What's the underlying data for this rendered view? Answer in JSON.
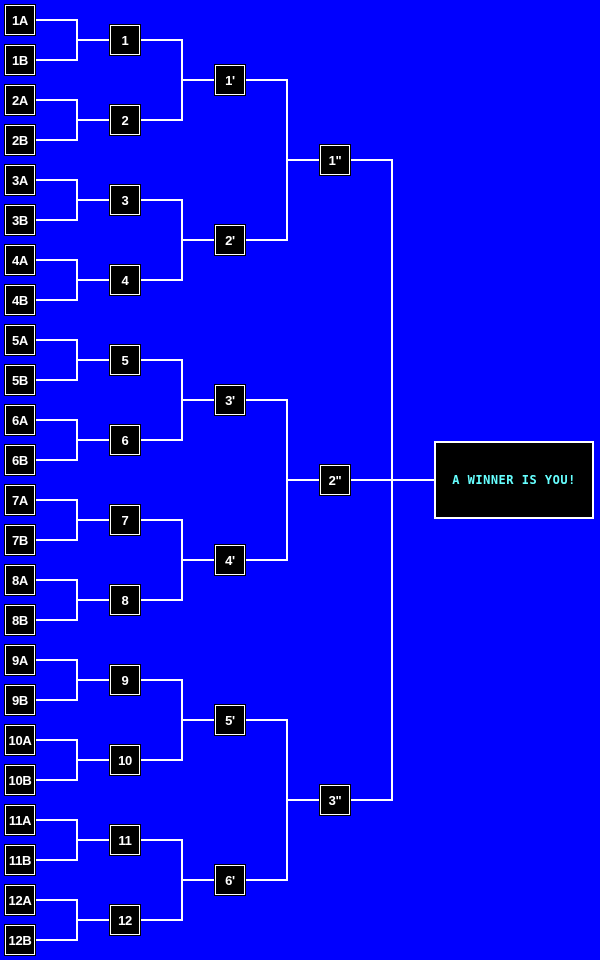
{
  "bracket": {
    "entrants": [
      "1A",
      "1B",
      "2A",
      "2B",
      "3A",
      "3B",
      "4A",
      "4B",
      "5A",
      "5B",
      "6A",
      "6B",
      "7A",
      "7B",
      "8A",
      "8B",
      "9A",
      "9B",
      "10A",
      "10B",
      "11A",
      "11B",
      "12A",
      "12B"
    ],
    "round1": [
      "1",
      "2",
      "3",
      "4",
      "5",
      "6",
      "7",
      "8",
      "9",
      "10",
      "11",
      "12"
    ],
    "round2": [
      "1'",
      "2'",
      "3'",
      "4'",
      "5'",
      "6'"
    ],
    "round3": [
      "1\"",
      "2\"",
      "3\""
    ],
    "winner": {
      "text": "A WINNER IS YOU!"
    },
    "colors": {
      "background": "#0000ff",
      "box": "#000000",
      "line": "#ffffff",
      "winner_text": "#66ffff"
    }
  }
}
